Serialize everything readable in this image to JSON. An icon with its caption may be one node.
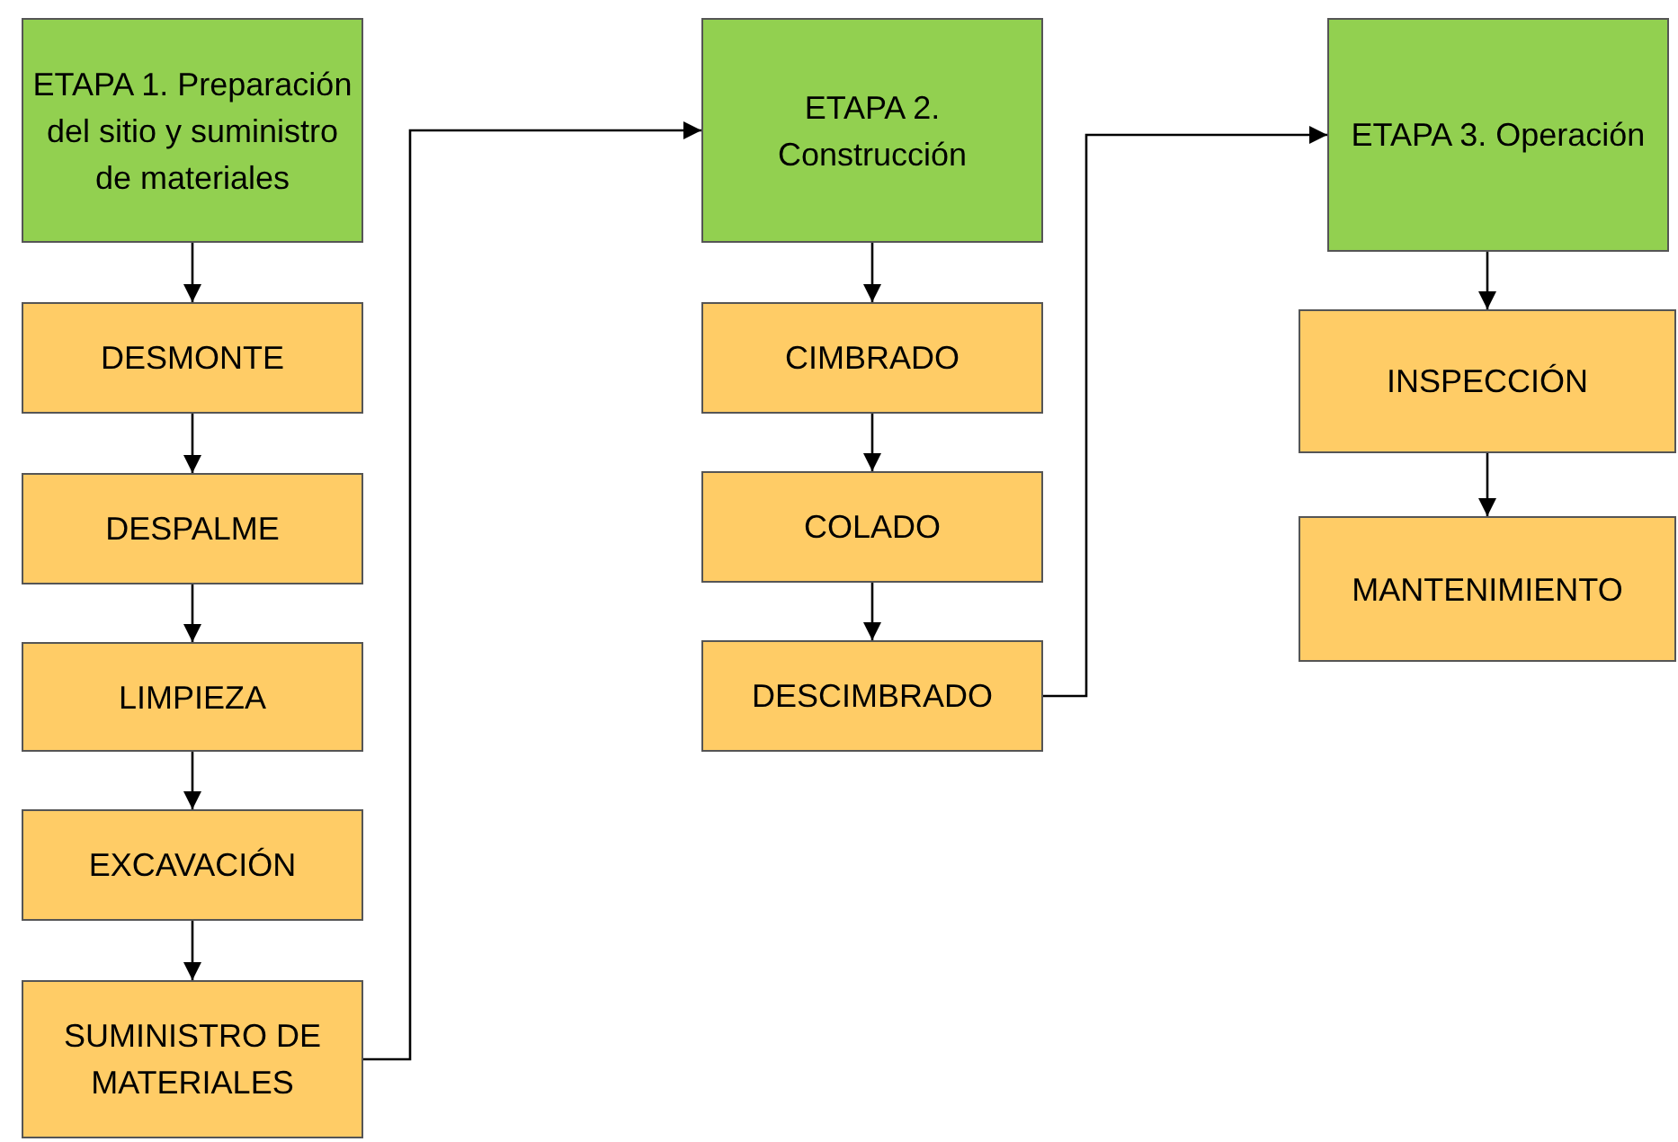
{
  "diagram": {
    "nodes": [
      {
        "text": [
          "ETAPA 1. Preparación del sitio y suministro de materiales"
        ]
      },
      {
        "text": [
          "DESMONTE"
        ]
      },
      {
        "text": [
          "DESPALME"
        ]
      },
      {
        "text": [
          "LIMPIEZA"
        ]
      },
      {
        "text": [
          "EXCAVACIÓN"
        ]
      },
      {
        "text": [
          "SUMINISTRO DE MATERIALES"
        ]
      },
      {
        "text": [
          "ETAPA 2. Construcción"
        ]
      },
      {
        "text": [
          "CIMBRADO"
        ]
      },
      {
        "text": [
          "COLADO"
        ]
      },
      {
        "text": [
          "DESCIMBRADO"
        ]
      },
      {
        "text": [
          "ETAPA 3. Operación"
        ]
      },
      {
        "text": [
          "INSPECCIÓN"
        ]
      },
      {
        "text": [
          "MANTENIMIENTO"
        ]
      }
    ],
    "edges": [
      {
        "from": 0,
        "to": 1,
        "arrow": "to"
      },
      {
        "from": 1,
        "to": 2,
        "arrow": "to"
      },
      {
        "from": 2,
        "to": 3,
        "arrow": "to"
      },
      {
        "from": 3,
        "to": 4,
        "arrow": "to"
      },
      {
        "from": 4,
        "to": 5,
        "arrow": "to"
      },
      {
        "from": 5,
        "to": 6,
        "arrow": "to"
      },
      {
        "from": 6,
        "to": 7,
        "arrow": "to"
      },
      {
        "from": 7,
        "to": 8,
        "arrow": "to"
      },
      {
        "from": 8,
        "to": 9,
        "arrow": "to"
      },
      {
        "from": 9,
        "to": 10,
        "arrow": "to"
      },
      {
        "from": 10,
        "to": 11,
        "arrow": "to"
      },
      {
        "from": 11,
        "to": 12,
        "arrow": "to"
      }
    ]
  }
}
